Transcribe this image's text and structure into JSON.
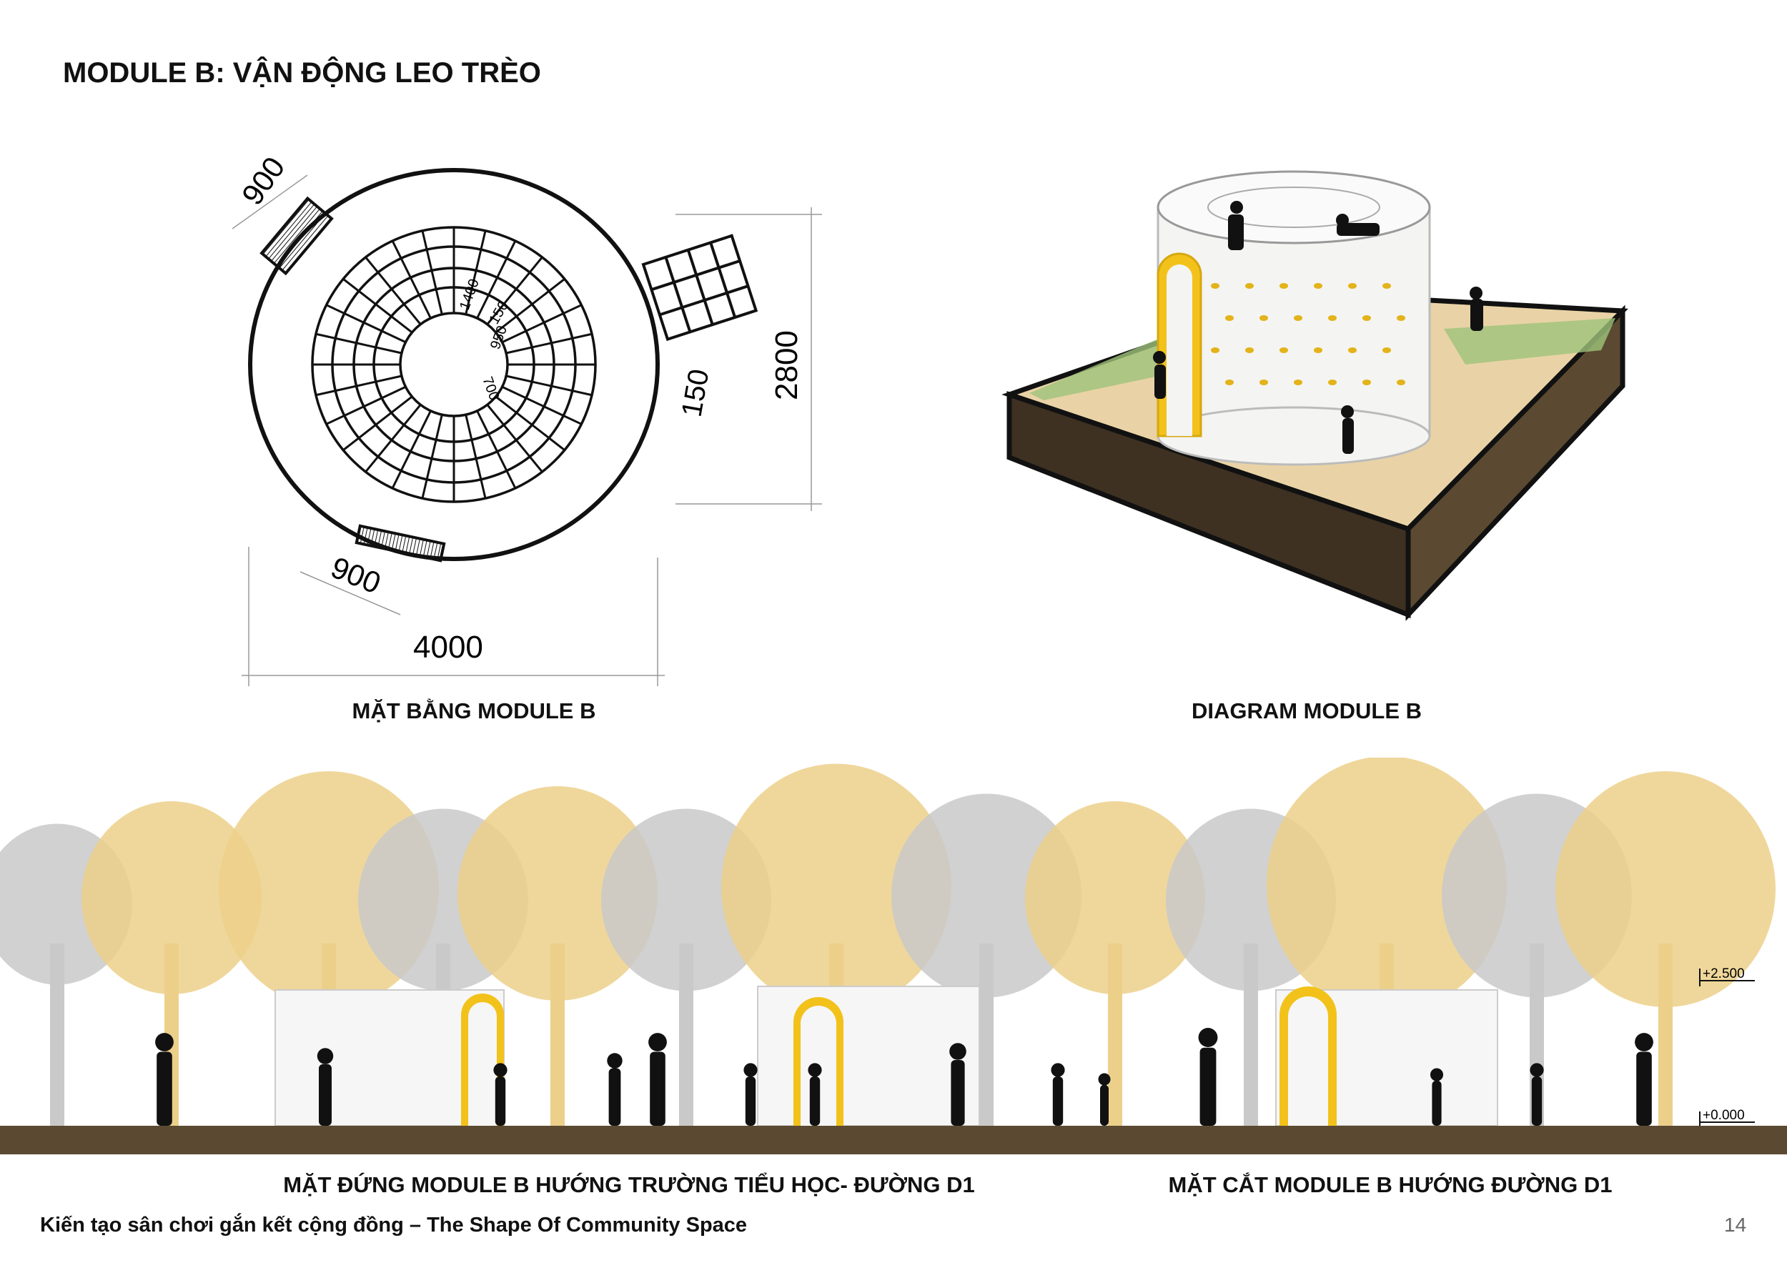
{
  "title": "MODULE B: VẬN ĐỘNG LEO TRÈO",
  "plan": {
    "caption": "MẶT BẰNG MODULE B",
    "dims": {
      "entry_top": "900",
      "entry_bottom": "900",
      "height": "2800",
      "width": "4000",
      "hold": "150",
      "r_outer": "1400",
      "ring": "150",
      "r_mid": "950",
      "r_inner": "700"
    }
  },
  "diagram": {
    "caption": "DIAGRAM MODULE B"
  },
  "elevation": {
    "caption_left": "MẶT ĐỨNG MODULE B HƯỚNG TRƯỜNG TIỂU HỌC- ĐƯỜNG D1",
    "caption_right": "MẶT CẮT  MODULE B HƯỚNG ĐƯỜNG D1",
    "level_top": "+2.500",
    "level_ground": "+0.000"
  },
  "colors": {
    "accent_yellow": "#f2c21b",
    "tree_yellow": "#ecd08a",
    "tree_grey": "#c9c9c9",
    "ground": "#5b4a31",
    "sand": "#e9d3a6"
  },
  "footer": "Kiến tạo sân chơi gắn kết cộng đồng – The Shape Of Community Space",
  "page_number": "14"
}
